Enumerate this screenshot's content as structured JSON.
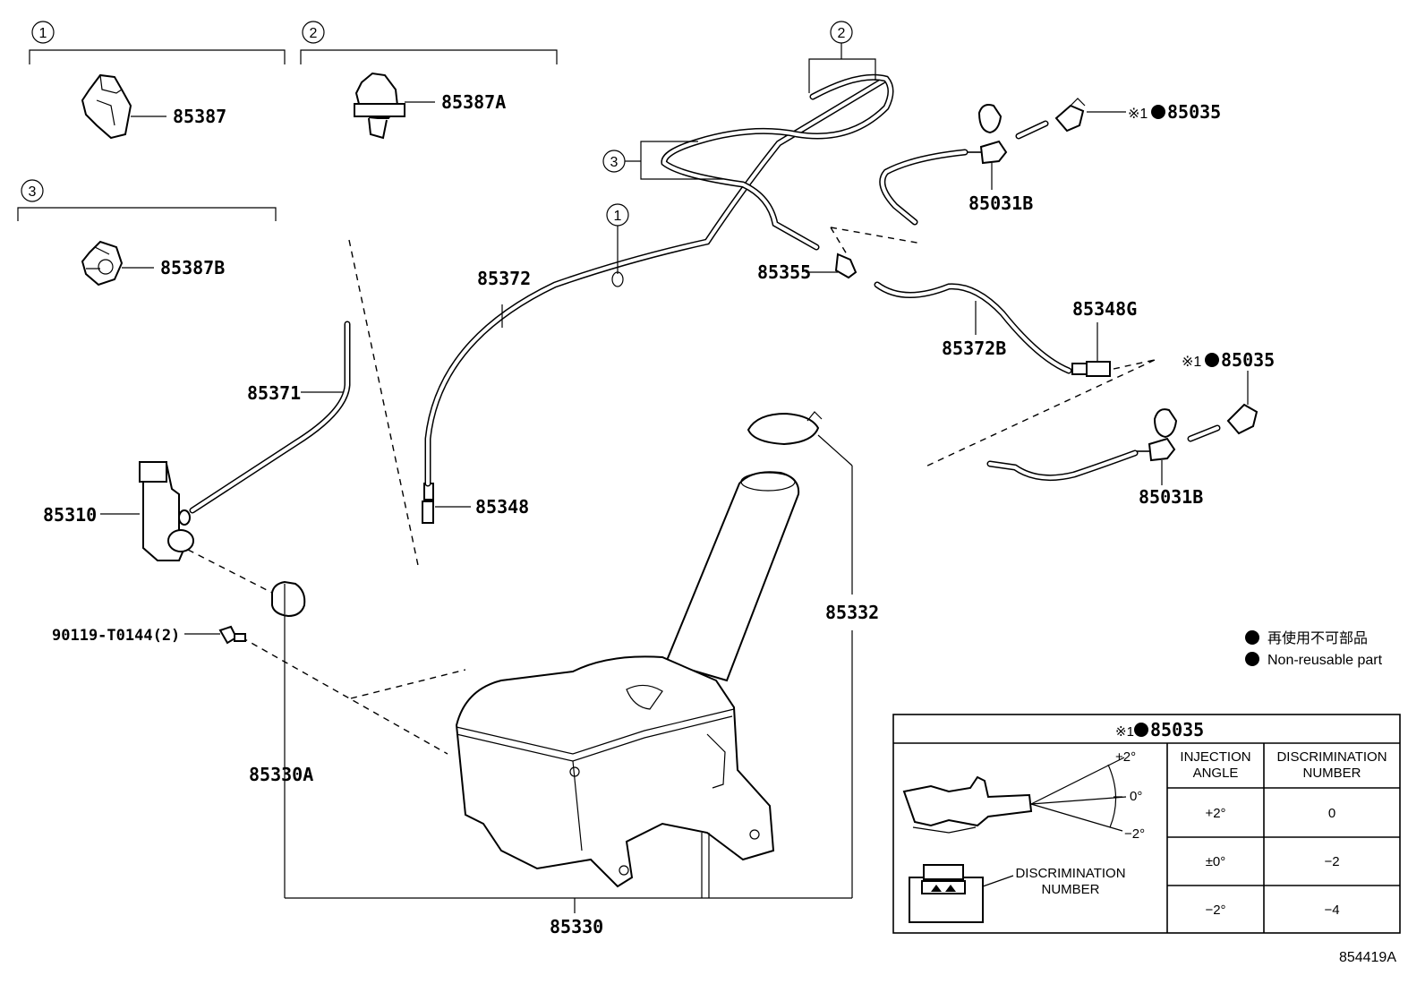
{
  "labels": {
    "p85387": "85387",
    "p85387A": "85387A",
    "p85387B": "85387B",
    "p85371": "85371",
    "p85372": "85372",
    "p85355": "85355",
    "p85372B": "85372B",
    "p85348G": "85348G",
    "p85348": "85348",
    "p85310": "85310",
    "p90119": "90119-T0144(2)",
    "p85330A": "85330A",
    "p85330": "85330",
    "p85332": "85332",
    "p85031B_top": "85031B",
    "p85031B_bottom": "85031B",
    "p85035_top": "85035",
    "p85035_mid": "85035",
    "note_mark": "※1",
    "group1": "1",
    "group2": "2",
    "group3": "3",
    "hose_tag1": "1",
    "hose_tag2": "2",
    "hose_tag3": "3",
    "diagram_id": "854419A"
  },
  "legend": {
    "jp": "再使用不可部品",
    "en": "Non-reusable part"
  },
  "table": {
    "title_mark": "※1",
    "title_part": "85035",
    "col_angle_line1": "INJECTION",
    "col_angle_line2": "ANGLE",
    "col_disc_line1": "DISCRIMINATION",
    "col_disc_line2": "NUMBER",
    "callout_line1": "DISCRIMINATION",
    "callout_line2": "NUMBER",
    "angle_plus": "+2°",
    "angle_zero": "0°",
    "angle_minus": "−2°",
    "rows": [
      {
        "angle": "+2°",
        "disc": "0"
      },
      {
        "angle": "±0°",
        "disc": "−2"
      },
      {
        "angle": "−2°",
        "disc": "−4"
      }
    ]
  }
}
